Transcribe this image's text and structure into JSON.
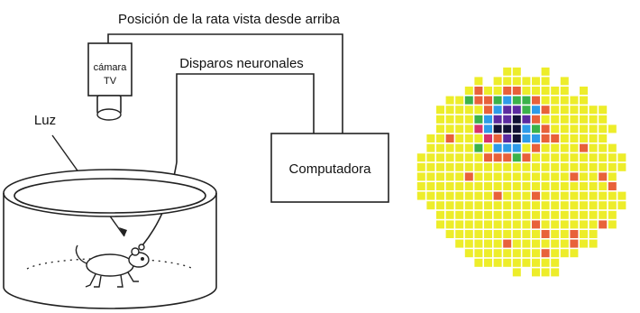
{
  "labels": {
    "top_caption": "Posición de la rata vista desde arriba",
    "camera_line1": "cámara",
    "camera_line2": "TV",
    "neuronal_caption": "Disparos neuronales",
    "light_label": "Luz",
    "computer_label": "Computadora"
  },
  "heatmap": {
    "colors": {
      "background": "#eded2a",
      "low": "#e8613a",
      "mid": "#3bb24a",
      "blue": "#2e9be8",
      "high": "#5b2aa0",
      "peak": "#111133",
      "accent": "#d8326a"
    }
  }
}
